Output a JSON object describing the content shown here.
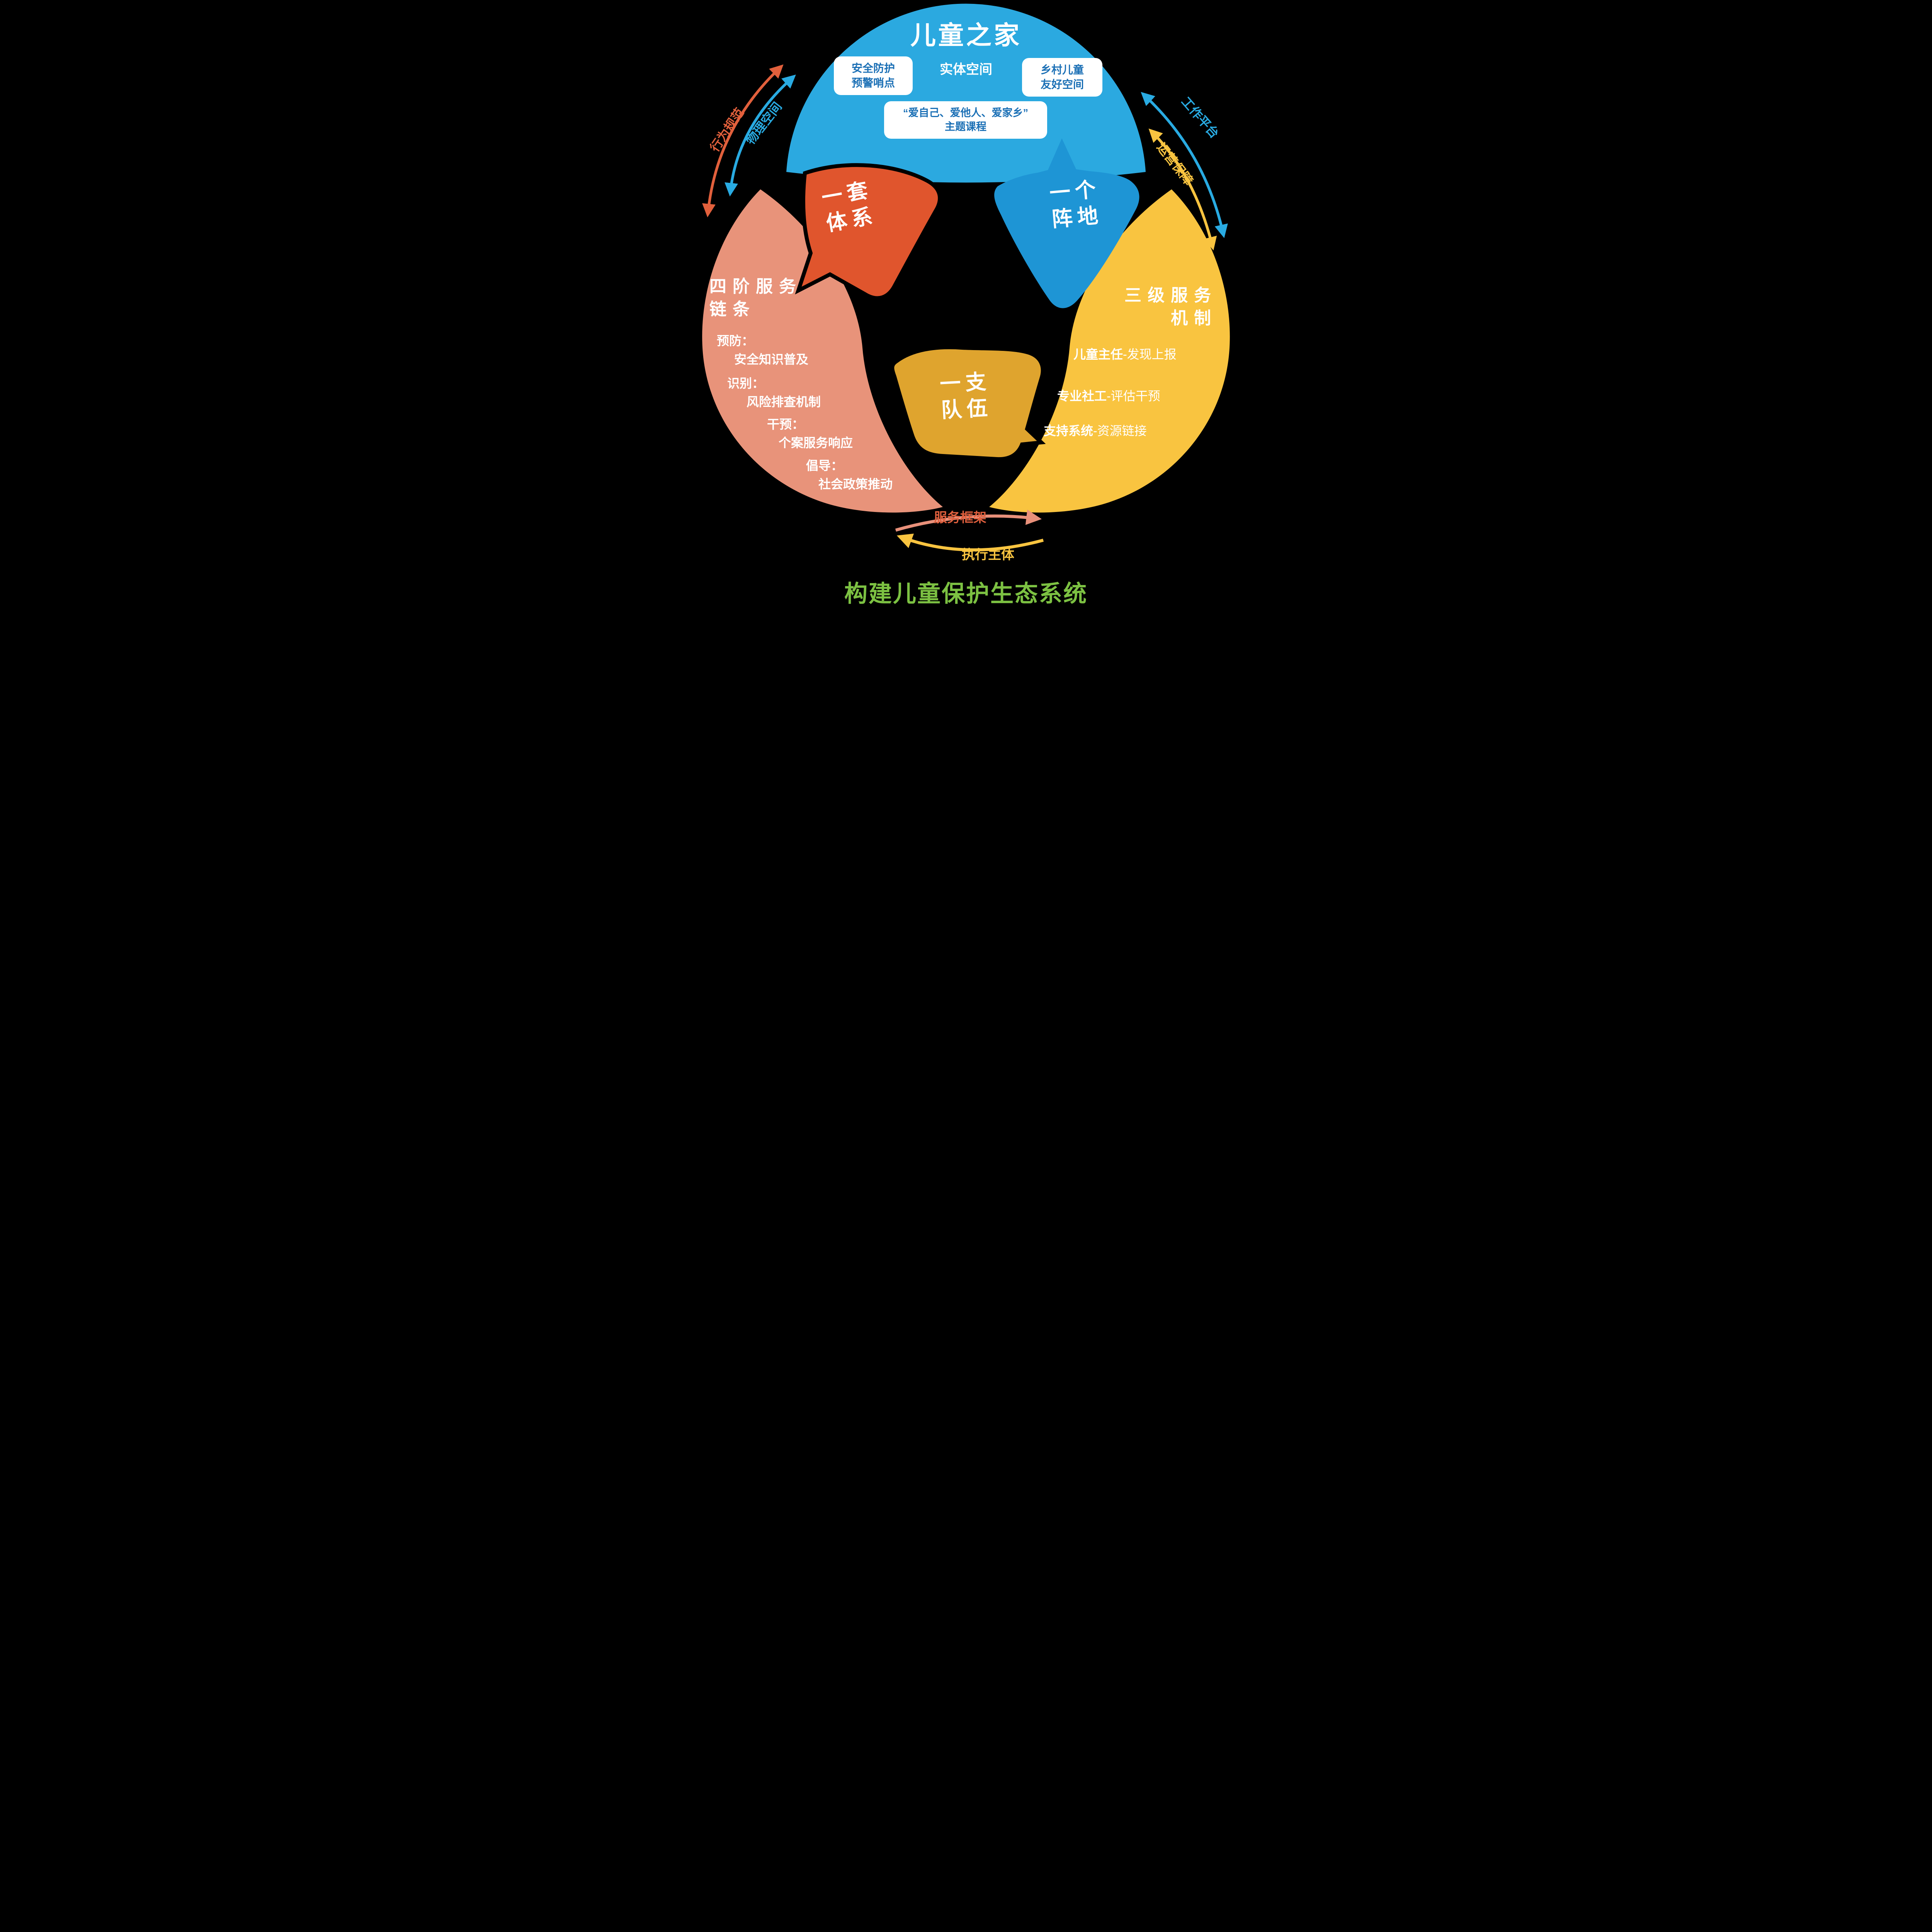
{
  "colors": {
    "background": "#000000",
    "blue_arc": "#2BA9E0",
    "blue_triangle": "#1E95D5",
    "salmon_crescent": "#E8937A",
    "red_triangle": "#E0552D",
    "yellow_crescent": "#F9C440",
    "gold_triangle": "#DFA42E",
    "green_title": "#7CC142",
    "box_text_blue": "#1A6FB5",
    "arrow_orange": "#E2603C",
    "arrow_blue": "#29ABE2",
    "arrow_yellow": "#F9C440",
    "arrow_salmon": "#E8907A",
    "label_red": "#DF5F3D"
  },
  "top_section": {
    "title": "儿童之家",
    "subtitle": "实体空间",
    "boxes": [
      {
        "line1": "安全防护",
        "line2": "预警哨点"
      },
      {
        "line1": "乡村儿童",
        "line2": "友好空间"
      },
      {
        "line1": "“爱自己、爱他人、爱家乡”",
        "line2": "主题课程"
      }
    ]
  },
  "center_labels": {
    "system": {
      "line1": "一套",
      "line2": "体系"
    },
    "base": {
      "line1": "一个",
      "line2": "阵地"
    },
    "team": {
      "line1": "一支",
      "line2": "队伍"
    }
  },
  "left_section": {
    "heading_line1": "四阶服务",
    "heading_line2": "链条",
    "items": [
      {
        "label": "预防：",
        "desc": "安全知识普及"
      },
      {
        "label": "识别：",
        "desc": "风险排查机制"
      },
      {
        "label": "干预：",
        "desc": "个案服务响应"
      },
      {
        "label": "倡导：",
        "desc": "社会政策推动"
      }
    ]
  },
  "right_section": {
    "heading_line1": "三级服务",
    "heading_line2": "机制",
    "items": [
      {
        "label": "儿童主任",
        "desc": "-发现上报"
      },
      {
        "label": "专业社工",
        "desc": "-评估干预"
      },
      {
        "label": "支持系统",
        "desc": "-资源链接"
      }
    ]
  },
  "arrow_labels": {
    "top_left_outer": "行为规范",
    "top_left_inner": "物理空间",
    "top_right_outer": "工作平台",
    "top_right_inner": "运营保障",
    "bottom_upper": "服务框架",
    "bottom_lower": "执行主体"
  },
  "footer": {
    "title": "构建儿童保护生态系统"
  }
}
